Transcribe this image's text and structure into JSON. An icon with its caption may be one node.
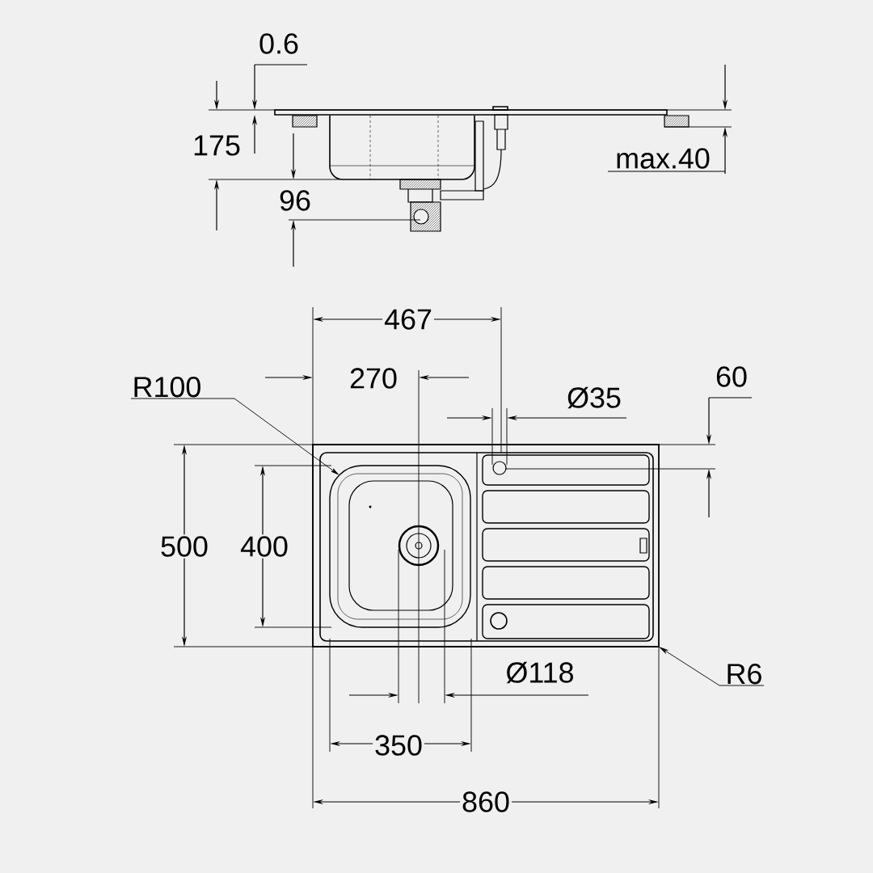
{
  "diagram": {
    "nodes": [
      {
        "text": [
          "R100"
        ]
      },
      {
        "text": [
          "R6"
        ]
      },
      {
        "text": [],
        "shape": "box"
      },
      {
        "text": [],
        "shape": "box",
        "in": 2
      }
    ],
    "edges": [
      {
        "from": 0,
        "to": 3,
        "arrow": "to"
      },
      {
        "from": 1,
        "to": 2,
        "arrow": "to"
      }
    ],
    "labels": [
      "0.6",
      "175",
      "max.40",
      "96",
      "467",
      "270",
      "Ø35",
      "60",
      "500",
      "400",
      "Ø118",
      "350",
      "860"
    ]
  }
}
